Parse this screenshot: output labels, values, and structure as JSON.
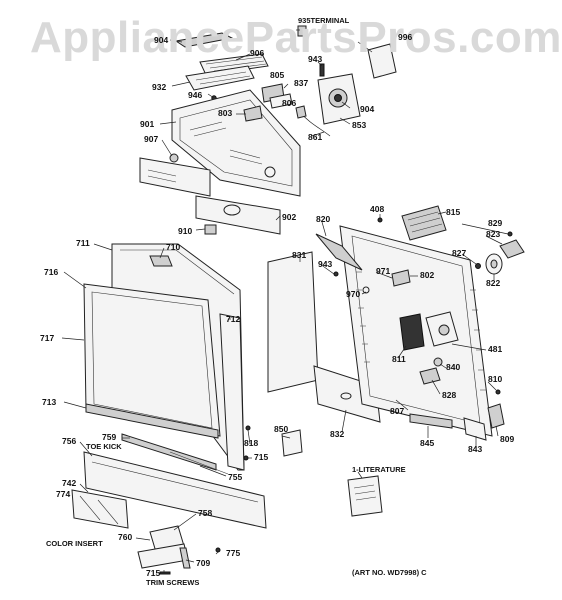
{
  "watermark": "AppliancePartsPros.com",
  "art_number": "(ART NO. WD7998) C",
  "notes": {
    "toe_kick": "TOE KICK",
    "color_insert": "COLOR INSERT",
    "trim_screws": "TRIM SCREWS",
    "literature": "1-LITERATURE",
    "terminal": "935TERMINAL"
  },
  "callouts": [
    {
      "id": "c904a",
      "text": "904"
    },
    {
      "id": "c906",
      "text": "906"
    },
    {
      "id": "c932",
      "text": "932"
    },
    {
      "id": "c946",
      "text": "946"
    },
    {
      "id": "c901",
      "text": "901"
    },
    {
      "id": "c803",
      "text": "803"
    },
    {
      "id": "c907",
      "text": "907"
    },
    {
      "id": "c996",
      "text": "996"
    },
    {
      "id": "c943a",
      "text": "943"
    },
    {
      "id": "c805",
      "text": "805"
    },
    {
      "id": "c837",
      "text": "837"
    },
    {
      "id": "c806",
      "text": "806"
    },
    {
      "id": "c904b",
      "text": "904"
    },
    {
      "id": "c853",
      "text": "853"
    },
    {
      "id": "c861",
      "text": "861"
    },
    {
      "id": "c910",
      "text": "910"
    },
    {
      "id": "c902",
      "text": "902"
    },
    {
      "id": "c711",
      "text": "711"
    },
    {
      "id": "c710",
      "text": "710"
    },
    {
      "id": "c716",
      "text": "716"
    },
    {
      "id": "c712",
      "text": "712"
    },
    {
      "id": "c717",
      "text": "717"
    },
    {
      "id": "c713",
      "text": "713"
    },
    {
      "id": "c759",
      "text": "759"
    },
    {
      "id": "c756",
      "text": "756"
    },
    {
      "id": "c742",
      "text": "742"
    },
    {
      "id": "c774",
      "text": "774"
    },
    {
      "id": "c755",
      "text": "755"
    },
    {
      "id": "c758",
      "text": "758"
    },
    {
      "id": "c760",
      "text": "760"
    },
    {
      "id": "c775",
      "text": "775"
    },
    {
      "id": "c709",
      "text": "709"
    },
    {
      "id": "c715a",
      "text": "715"
    },
    {
      "id": "c715b",
      "text": "715"
    },
    {
      "id": "c818",
      "text": "818"
    },
    {
      "id": "c850",
      "text": "850"
    },
    {
      "id": "c831",
      "text": "831"
    },
    {
      "id": "c943b",
      "text": "943"
    },
    {
      "id": "c820",
      "text": "820"
    },
    {
      "id": "c408",
      "text": "408"
    },
    {
      "id": "c815",
      "text": "815"
    },
    {
      "id": "c829",
      "text": "829"
    },
    {
      "id": "c823",
      "text": "823"
    },
    {
      "id": "c827",
      "text": "827"
    },
    {
      "id": "c822",
      "text": "822"
    },
    {
      "id": "c971",
      "text": "971"
    },
    {
      "id": "c802",
      "text": "802"
    },
    {
      "id": "c970",
      "text": "970"
    },
    {
      "id": "c811",
      "text": "811"
    },
    {
      "id": "c481",
      "text": "481"
    },
    {
      "id": "c840",
      "text": "840"
    },
    {
      "id": "c828",
      "text": "828"
    },
    {
      "id": "c810",
      "text": "810"
    },
    {
      "id": "c807",
      "text": "807"
    },
    {
      "id": "c832",
      "text": "832"
    },
    {
      "id": "c845",
      "text": "845"
    },
    {
      "id": "c843",
      "text": "843"
    },
    {
      "id": "c809",
      "text": "809"
    }
  ]
}
